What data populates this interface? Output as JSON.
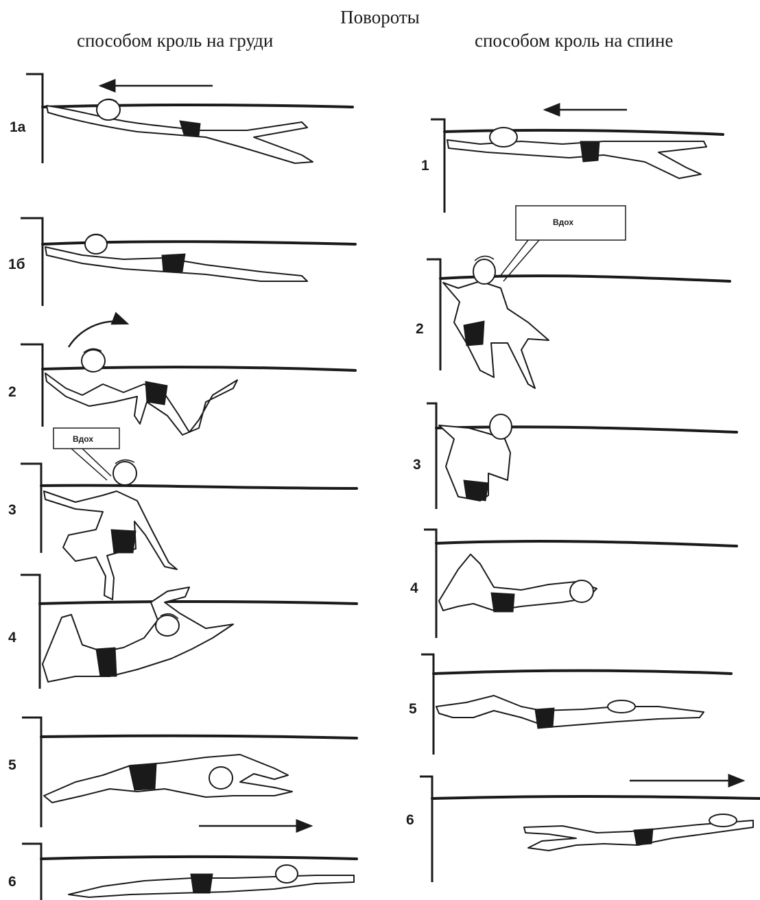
{
  "title": "Повороты",
  "columns": {
    "left": {
      "subtitle": "способом кроль на груди",
      "steps": [
        "1a",
        "1б",
        "2",
        "3",
        "4",
        "5",
        "6"
      ],
      "callout": "Вдох"
    },
    "right": {
      "subtitle": "способом кроль на спине",
      "steps": [
        "1",
        "2",
        "3",
        "4",
        "5",
        "6"
      ],
      "callout": "Вдох"
    }
  }
}
